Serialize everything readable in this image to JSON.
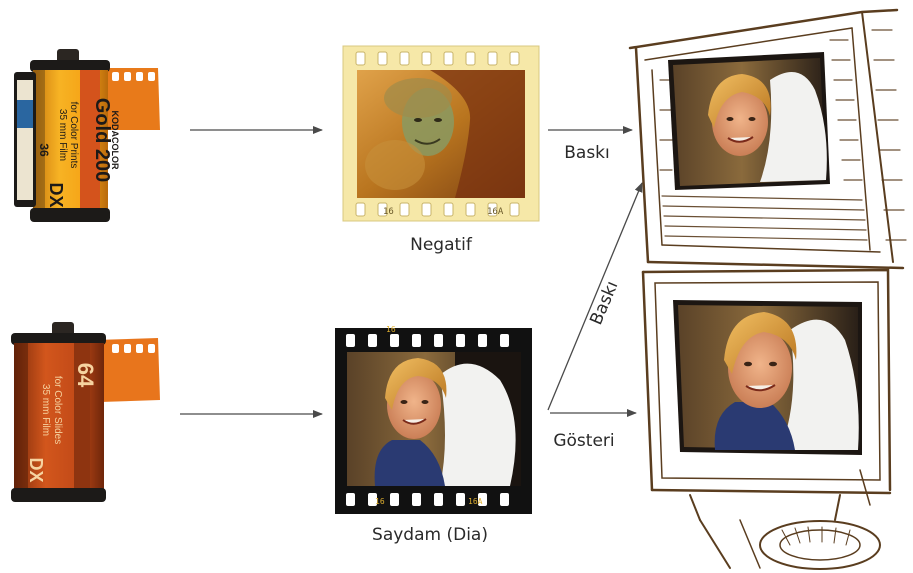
{
  "canisters": [
    {
      "brand": "KODACOLOR",
      "product": "Gold 200",
      "line1": "35 mm Film",
      "line2": "for Color Prints",
      "exposures": "36",
      "dx": "DX",
      "colors": {
        "body": "#f5a316",
        "band": "#d4531c",
        "leader": "#e87a1a",
        "dark": "#1c1a18"
      }
    },
    {
      "brand": "",
      "product": "64",
      "line1": "35 mm Film",
      "line2": "for Color Slides",
      "exposures": "",
      "dx": "DX",
      "colors": {
        "body": "#c24a18",
        "band": "#8e3410",
        "leader": "#e8751c",
        "dark": "#1c1a18"
      }
    }
  ],
  "frames": {
    "negative": {
      "edge_left": "16",
      "edge_right": "16A",
      "caption": "Negatif"
    },
    "slide": {
      "edge_top": "16",
      "edge_left": "16",
      "edge_right": "16A",
      "caption": "Saydam (Dia)"
    }
  },
  "labels": {
    "print_top": "Baskı",
    "print_diag": "Baskı",
    "show": "Gösteri"
  },
  "colors": {
    "arrow": "#4a4a4a",
    "sketch": "#5a3d1f",
    "negative_base": "#b9751f",
    "slide_base": "#3a2a1c",
    "hair": "#d49a3a",
    "skin": "#e2a27a"
  }
}
